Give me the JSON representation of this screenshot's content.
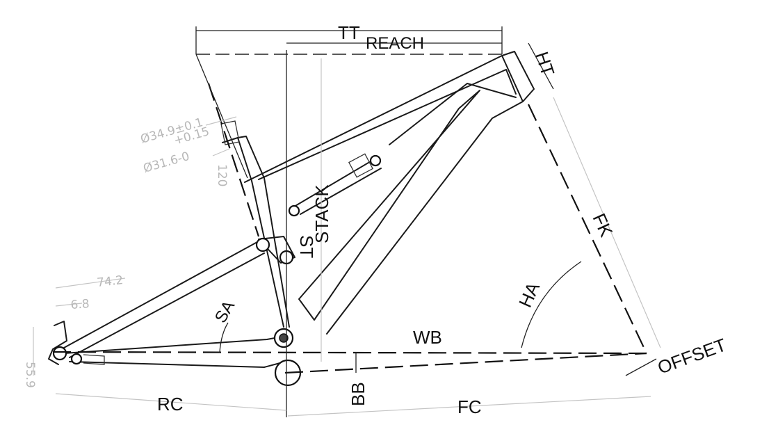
{
  "labels": {
    "tt": "TT",
    "reach": "REACH",
    "ht": "HT",
    "stack": "STACK",
    "st": "ST",
    "fk": "FK",
    "ha": "HA",
    "sa": "SA",
    "wb": "WB",
    "offset": "OFFSET",
    "rc": "RC",
    "bb": "BB",
    "fc": "FC"
  },
  "dimensions": {
    "seatpost_diameter": "Ø34.9±0.1",
    "seatpost_tolerance_upper": "+0.15",
    "seatpost_inner": "Ø31.6-0",
    "seatpost_length": "120",
    "dropout_width": "74.2",
    "dropout_offset": "6.8",
    "dropout_height": "55.9"
  }
}
